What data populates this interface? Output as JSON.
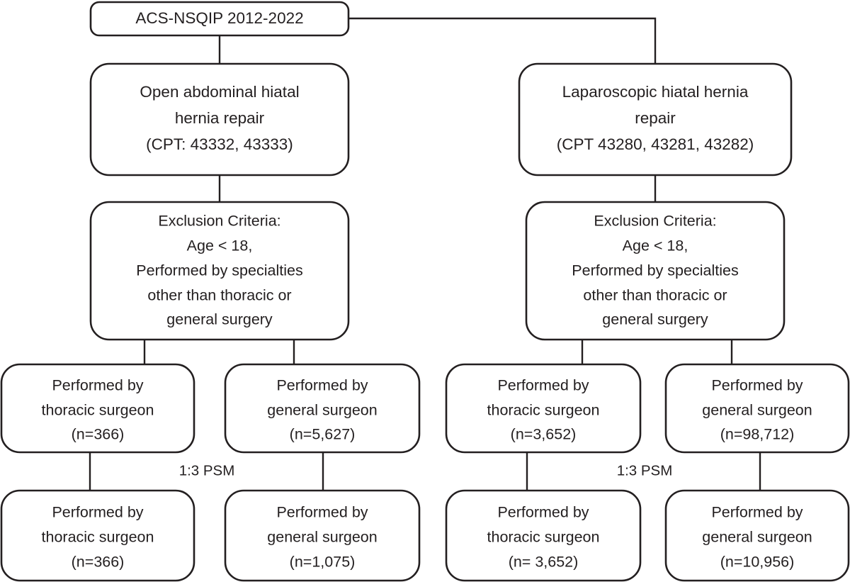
{
  "diagram": {
    "title": "ACS-NSQIP hiatal hernia repair cohort selection flowchart",
    "stroke_color": "#231f20",
    "fill_color": "#ffffff",
    "root": {
      "label": "ACS-NSQIP 2012-2022"
    },
    "branches": [
      {
        "id": "open",
        "cohort": {
          "line1": "Open abdominal hiatal",
          "line2": "hernia repair",
          "line3": "(CPT: 43332, 43333)"
        },
        "exclusion": {
          "line1": "Exclusion Criteria:",
          "line2": "Age < 18,",
          "line3": "Performed by specialties",
          "line4": "other than thoracic or",
          "line5": "general surgery"
        },
        "match_label": "1:3 PSM",
        "pre_match": [
          {
            "line1": "Performed by",
            "line2": "thoracic surgeon",
            "line3": "(n=366)"
          },
          {
            "line1": "Performed by",
            "line2": "general surgeon",
            "line3": "(n=5,627)"
          }
        ],
        "post_match": [
          {
            "line1": "Performed by",
            "line2": "thoracic surgeon",
            "line3": "(n=366)"
          },
          {
            "line1": "Performed by",
            "line2": "general surgeon",
            "line3": "(n=1,075)"
          }
        ]
      },
      {
        "id": "laparoscopic",
        "cohort": {
          "line1": "Laparoscopic hiatal hernia",
          "line2": "repair",
          "line3": "(CPT 43280, 43281, 43282)"
        },
        "exclusion": {
          "line1": "Exclusion Criteria:",
          "line2": "Age < 18,",
          "line3": "Performed by specialties",
          "line4": "other than thoracic or",
          "line5": "general surgery"
        },
        "match_label": "1:3 PSM",
        "pre_match": [
          {
            "line1": "Performed by",
            "line2": "thoracic surgeon",
            "line3": "(n=3,652)"
          },
          {
            "line1": "Performed by",
            "line2": "general surgeon",
            "line3": "(n=98,712)"
          }
        ],
        "post_match": [
          {
            "line1": "Performed by",
            "line2": "thoracic surgeon",
            "line3": "(n= 3,652)"
          },
          {
            "line1": "Performed by",
            "line2": "general surgeon",
            "line3": "(n=10,956)"
          }
        ]
      }
    ]
  }
}
